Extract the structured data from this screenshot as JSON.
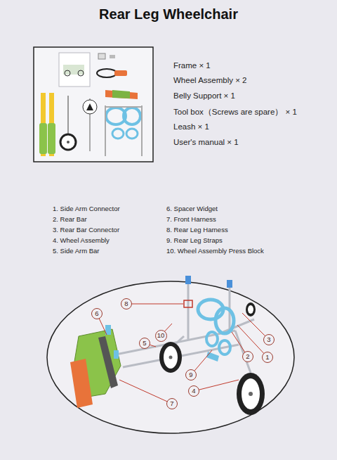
{
  "diagram": {
    "title": "Rear Leg Wheelchair",
    "nodes": [
      {
        "text": [
          "8"
        ]
      },
      {
        "text": [
          "6"
        ]
      },
      {
        "text": [
          "10"
        ]
      },
      {
        "text": [
          "3"
        ]
      },
      {
        "text": [
          "5"
        ]
      },
      {
        "text": [
          "2"
        ]
      },
      {
        "text": [
          "1"
        ]
      },
      {
        "text": [
          "9"
        ]
      },
      {
        "text": [
          "4"
        ]
      },
      {
        "text": [
          "7"
        ]
      }
    ],
    "labels": [
      "Frame × 1",
      "Wheel Assembly × 2",
      "Belly Support × 1",
      "Tool box（Screws are spare） × 1",
      "Leash × 1",
      "User's manual × 1",
      "1. Side Arm Connector",
      "2. Rear Bar",
      "3. Rear Bar Connector",
      "4. Wheel Assembly",
      "5. Side Arm Bar",
      "6. Spacer Widget",
      "7. Front Harness",
      "8. Rear Leg Harness",
      "9. Rear Leg Straps",
      "10. Wheel Assembly Press Block"
    ]
  }
}
